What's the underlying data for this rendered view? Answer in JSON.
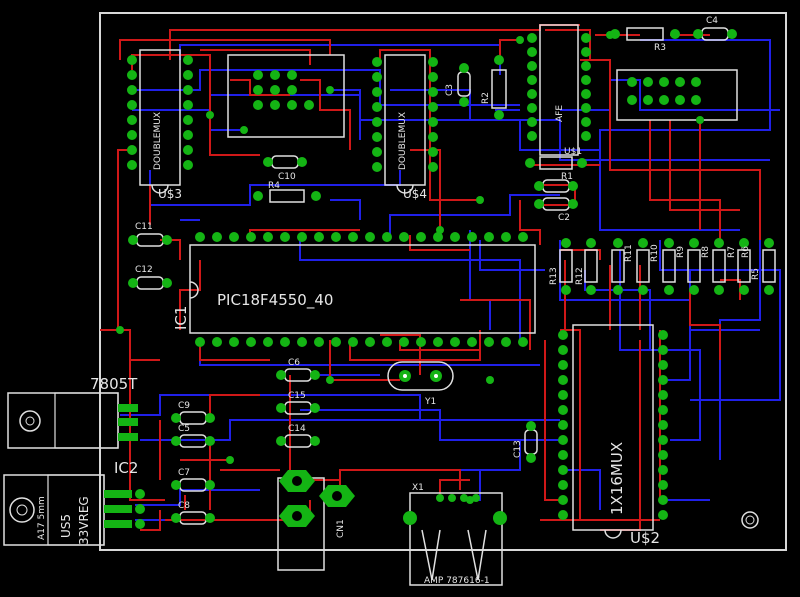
{
  "board": {
    "colors": {
      "background": "#000000",
      "outline": "#d8d8d8",
      "top_trace": "#d01818",
      "bottom_trace": "#2020e8",
      "pad": "#14b414",
      "pad_hole": "#ffffff",
      "silkscreen": "#e0e0e0"
    }
  },
  "labels": {
    "mux3_body": "DOUBLEMUX",
    "mux3_ref": "U$3",
    "mux4_body": "DOUBLEMUX",
    "mux4_ref": "U$4",
    "afe_body": "AFE",
    "afe_ref": "U$1",
    "c10": "C10",
    "r4": "R4",
    "c3": "C3",
    "r2": "R2",
    "r3": "R3",
    "c4": "C4",
    "r1": "R1",
    "c2": "C2",
    "c11": "C11",
    "c12": "C12",
    "mcu_body": "PIC18F4550_40",
    "mcu_ref": "IC1",
    "r13": "R13",
    "r12": "R12",
    "r11": "R11",
    "r10": "R10",
    "r9": "R9",
    "r8": "R8",
    "r7": "R7",
    "r5": "R5",
    "r6": "R6",
    "c6": "C6",
    "c15": "C15",
    "c14": "C14",
    "y1": "Y1",
    "reg1": "7805T",
    "c9": "C9",
    "c5": "C5",
    "c7": "C7",
    "c8": "C8",
    "reg2_ref": "IC2",
    "reg2_line1": "US5",
    "reg2_line2": "33VREG",
    "reg2_pkg": "A17 5mm",
    "cn1": "CN1",
    "x1": "X1",
    "x1_part": "AMP 787616-1",
    "c13": "C13",
    "mux16_body": "1X16MUX",
    "mux16_ref": "U$2"
  }
}
